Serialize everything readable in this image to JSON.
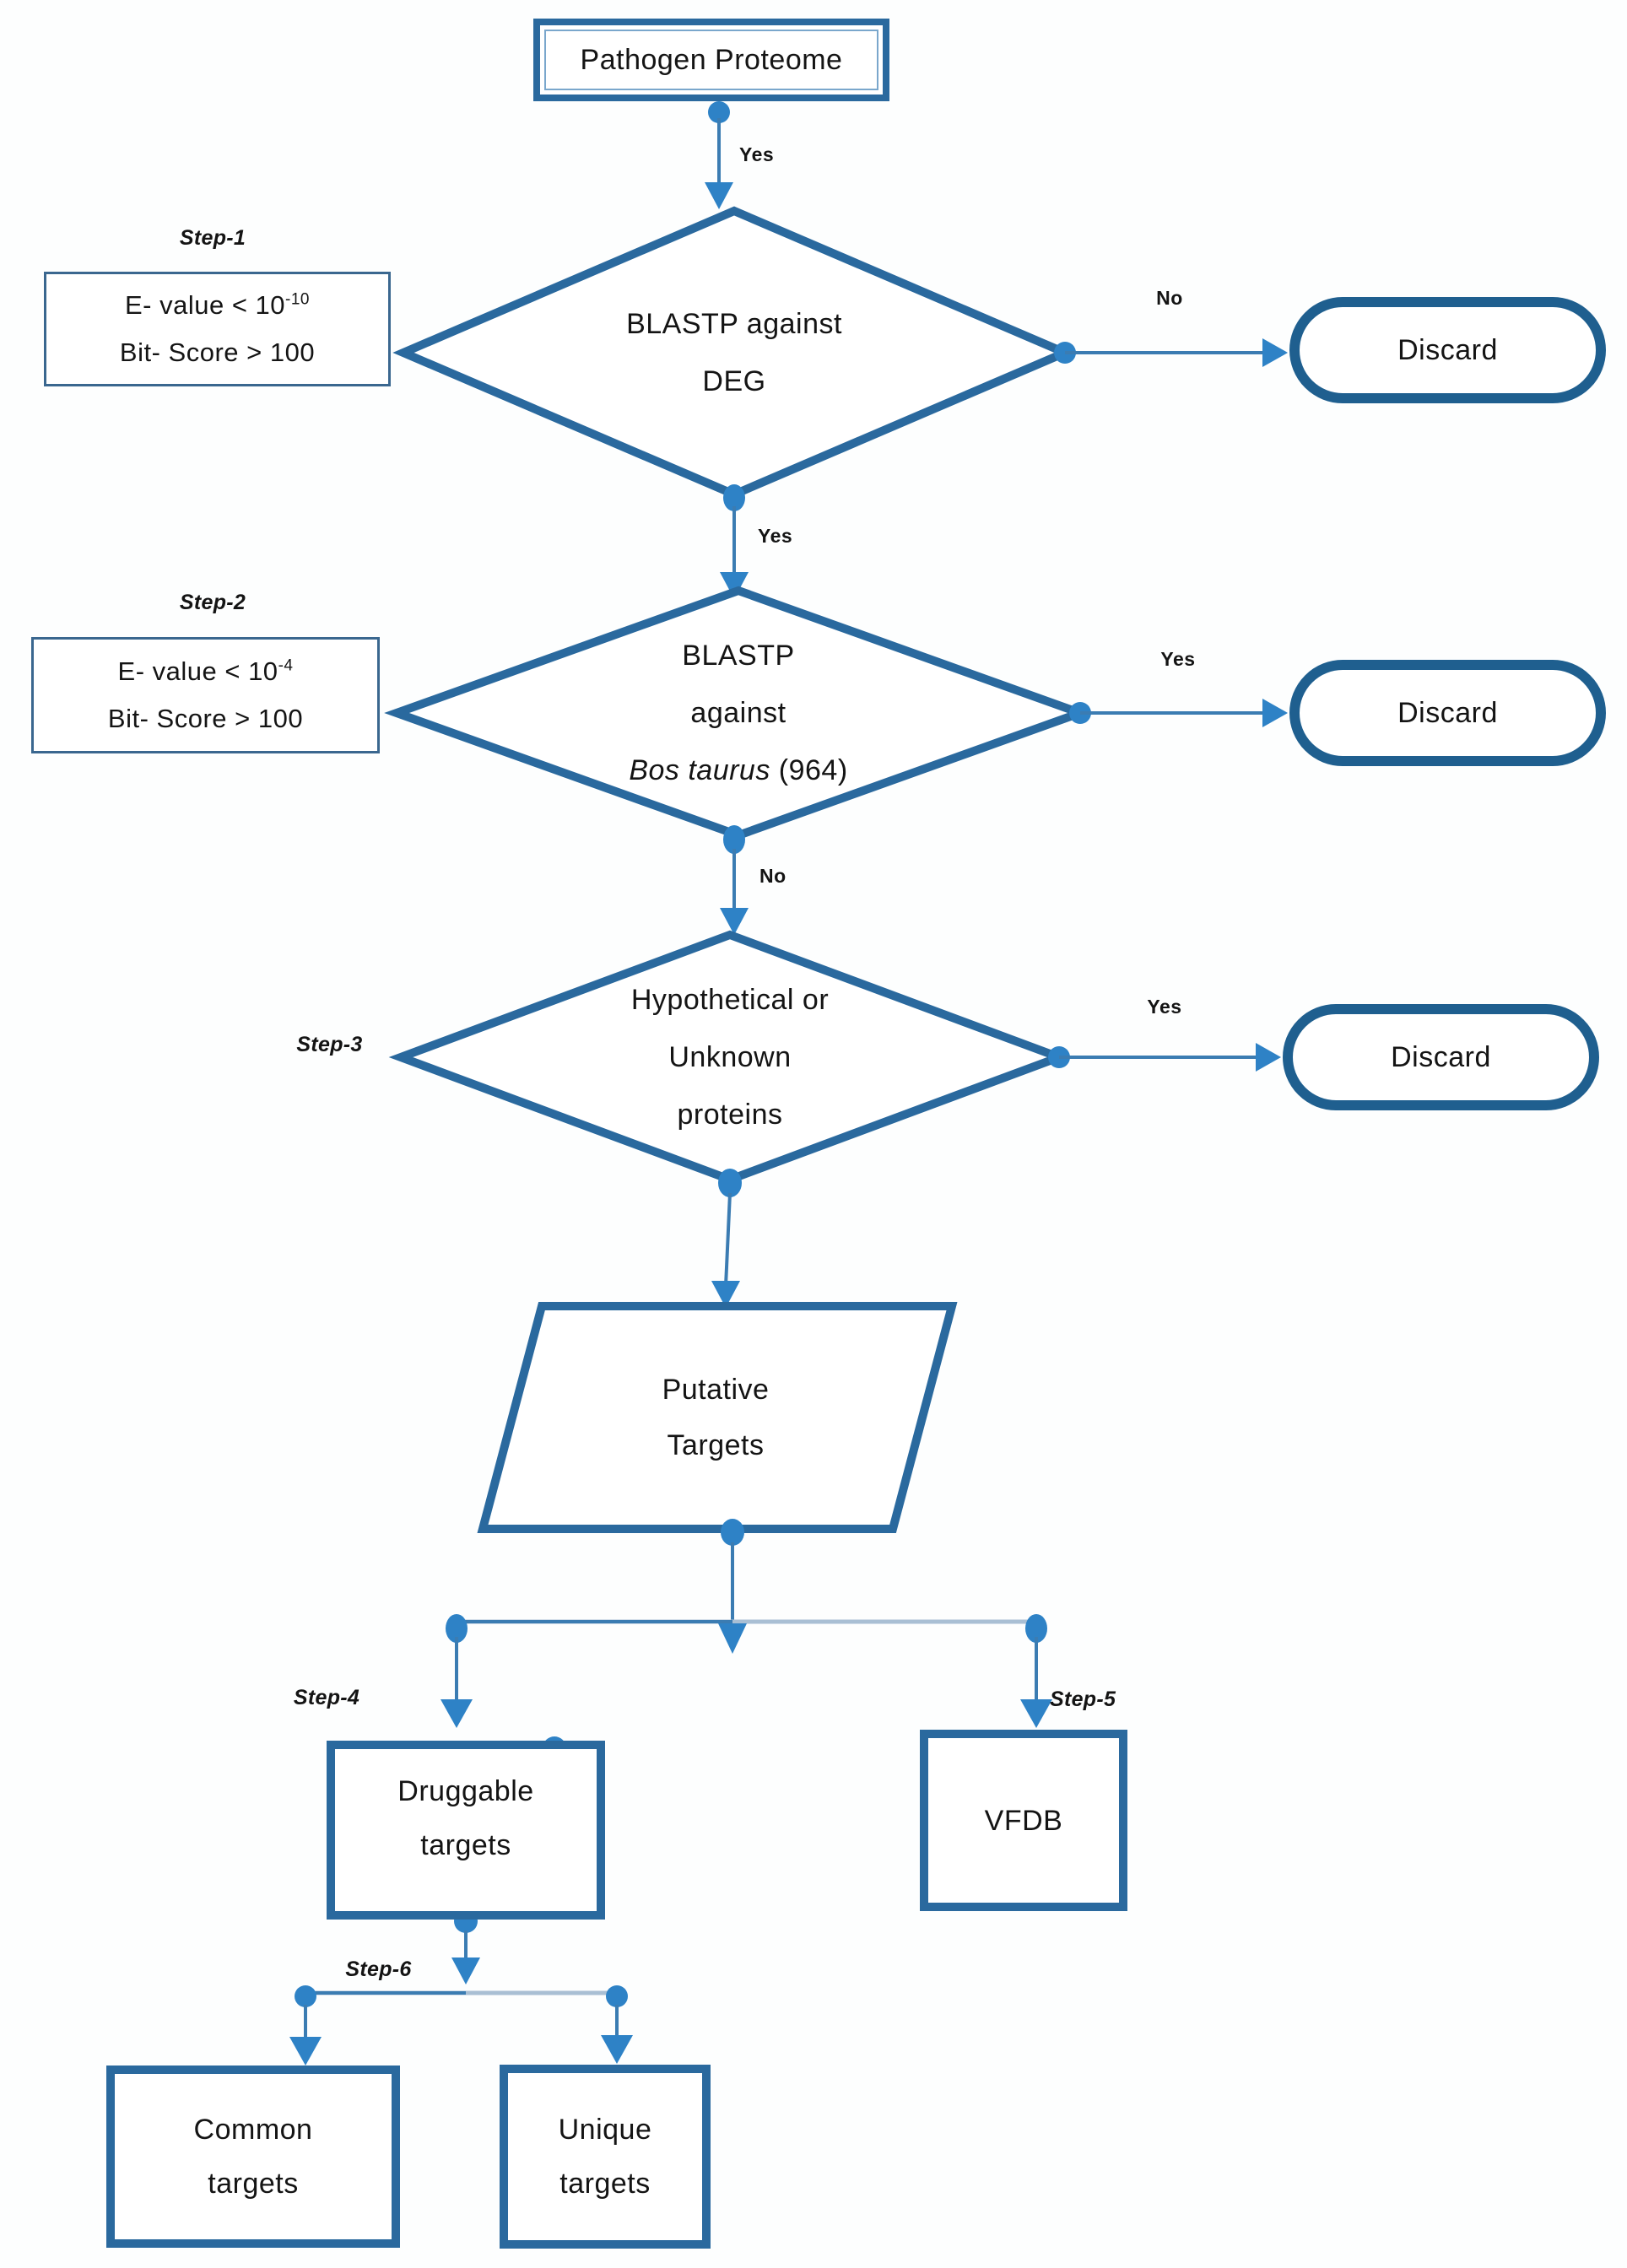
{
  "colors": {
    "shape": "#2a699e",
    "pill": "#1f5f8f",
    "line": "#3b7cb2",
    "line_light": "#a9bfd4",
    "accent": "#2e82c6",
    "step_border": "#3a678f",
    "text": "#141414"
  },
  "nodes": {
    "pathogen": "Pathogen Proteome",
    "diamond1": {
      "line1": "BLASTP against",
      "line2": "DEG"
    },
    "diamond2": {
      "line1": "BLASTP",
      "line2": "against",
      "species": "Bos taurus",
      "species_suffix": " (964)"
    },
    "diamond3": {
      "line1": "Hypothetical or",
      "line2": "Unknown",
      "line3": "proteins"
    },
    "discard1": "Discard",
    "discard2": "Discard",
    "discard3": "Discard",
    "putative": {
      "line1": "Putative",
      "line2": "Targets"
    },
    "druggable": {
      "line1": "Druggable",
      "line2": "targets"
    },
    "vfdb": "VFDB",
    "common": {
      "line1": "Common",
      "line2": "targets"
    },
    "unique": {
      "line1": "Unique",
      "line2": "targets"
    }
  },
  "criteria": {
    "step1": {
      "title": "Step-1",
      "evalue_base": "E- value <  10",
      "evalue_exp": "-10",
      "bitscore": "Bit- Score  > 100"
    },
    "step2": {
      "title": "Step-2",
      "evalue_base": "E- value <  10",
      "evalue_exp": "-4",
      "bitscore": "Bit- Score  > 100"
    }
  },
  "edge_labels": {
    "yes_top": "Yes",
    "no_d1_right": "No",
    "yes_d1_down": "Yes",
    "yes_d2_right": "Yes",
    "no_d2_down": "No",
    "yes_d3_right": "Yes"
  },
  "step_labels": {
    "step3": "Step-3",
    "step4": "Step-4",
    "step5": "Step-5",
    "step6": "Step-6"
  }
}
